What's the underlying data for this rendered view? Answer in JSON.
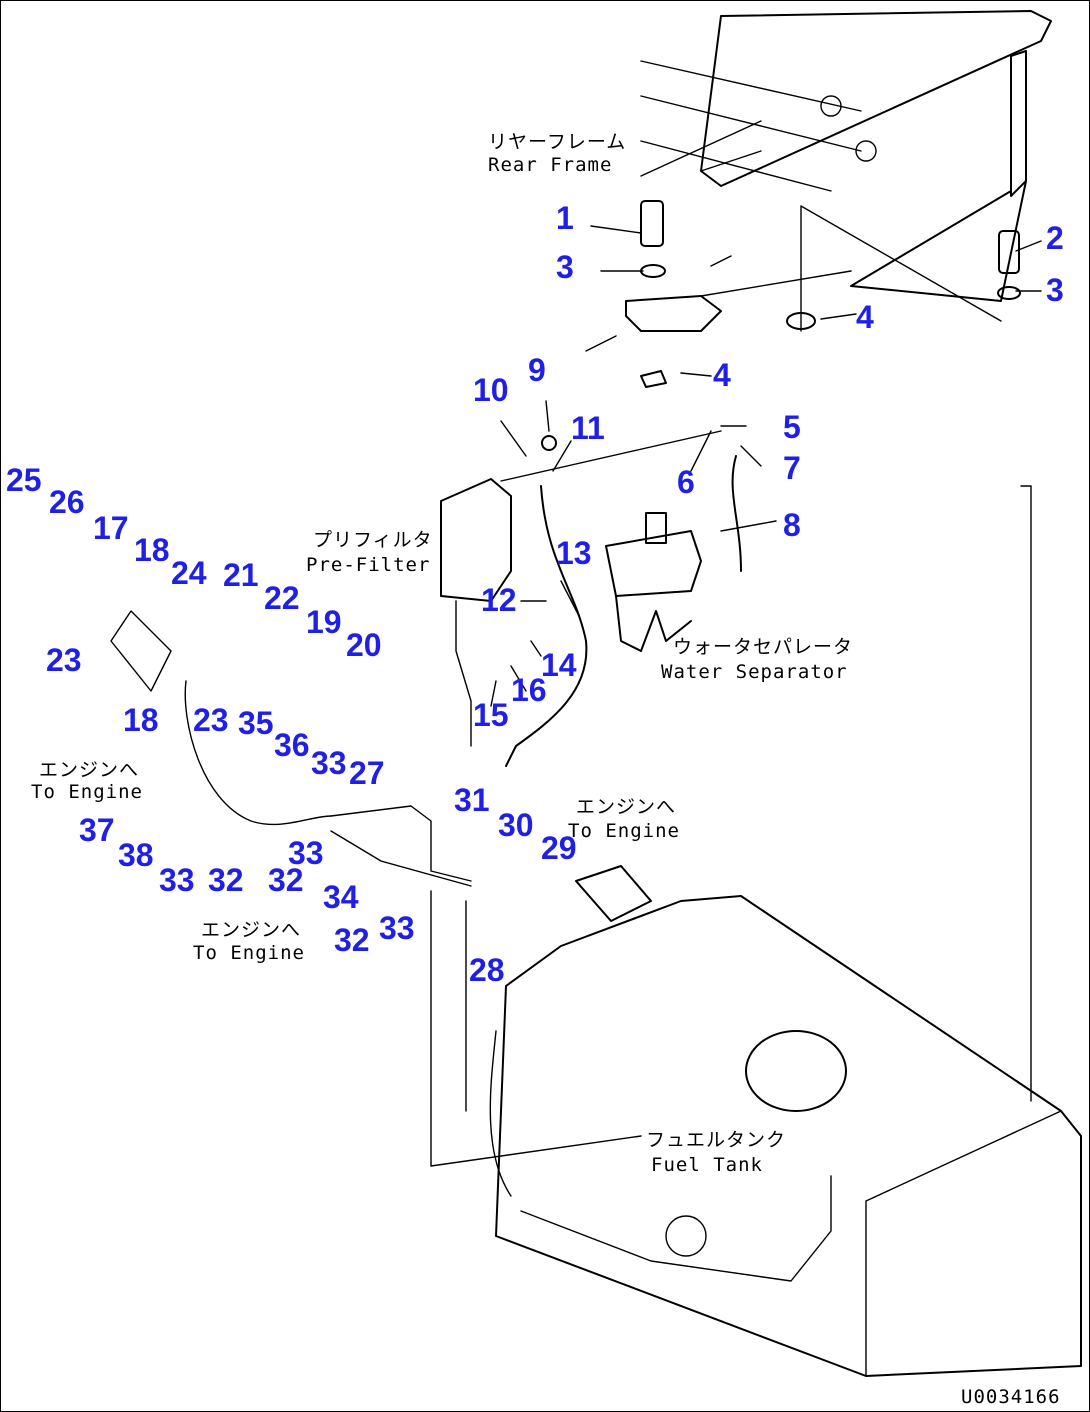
{
  "drawing_code": "U0034166",
  "colors": {
    "callout": "#1f1fe6",
    "line": "#000000",
    "background": "#ffffff"
  },
  "labels": {
    "rear_frame_jp": "リヤーフレーム",
    "rear_frame_en": "Rear Frame",
    "prefilter_jp": "プリフィルタ",
    "prefilter_en": "Pre-Filter",
    "water_separator_jp": "ウォータセパレータ",
    "water_separator_en": "Water Separator",
    "to_engine_jp": "エンジンへ",
    "to_engine_en": "To Engine",
    "fuel_tank_jp": "フュエルタンク",
    "fuel_tank_en": "Fuel Tank"
  },
  "callouts": [
    "1",
    "2",
    "3",
    "3",
    "4",
    "4",
    "5",
    "6",
    "7",
    "8",
    "9",
    "10",
    "11",
    "12",
    "13",
    "14",
    "15",
    "16",
    "17",
    "18",
    "18",
    "19",
    "20",
    "21",
    "22",
    "23",
    "23",
    "24",
    "25",
    "26",
    "27",
    "28",
    "29",
    "30",
    "31",
    "32",
    "32",
    "32",
    "33",
    "33",
    "33",
    "33",
    "34",
    "35",
    "36",
    "37",
    "38"
  ]
}
